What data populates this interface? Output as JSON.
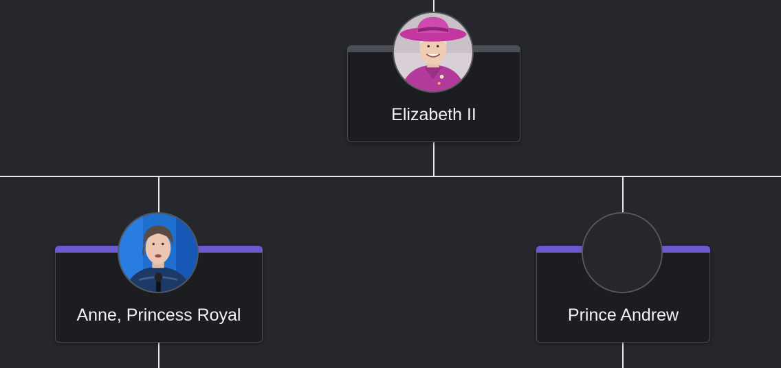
{
  "colors": {
    "background": "#25272d",
    "card": "#1c1d21",
    "connector": "#e9e9ea",
    "root_accent": "#4b4e55",
    "child_accent": "#6a5acd"
  },
  "nodes": {
    "root": {
      "name": "Elizabeth II",
      "avatar": "photo-portrait-icon"
    },
    "child_left": {
      "name": "Anne, Princess Royal",
      "avatar": "photo-portrait-icon"
    },
    "child_right": {
      "name": "Prince Andrew",
      "avatar": "empty-avatar-placeholder-icon"
    }
  }
}
